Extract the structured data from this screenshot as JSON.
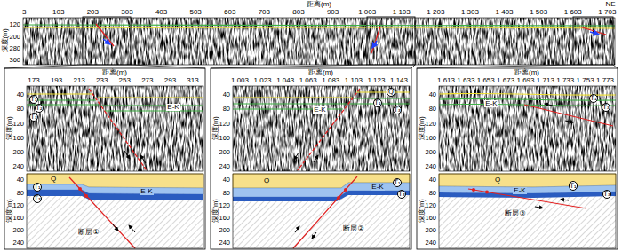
{
  "diagram": {
    "nodes": [
      {
        "text": [
          "T₁"
        ]
      },
      {
        "text": [
          "T₂"
        ]
      },
      {
        "text": [
          "T₃"
        ]
      },
      {
        "text": [
          "T₁"
        ]
      },
      {
        "text": [
          "T₃"
        ]
      },
      {
        "text": [
          "Q"
        ]
      },
      {
        "text": [
          "T₁"
        ]
      },
      {
        "text": [
          "T₃"
        ]
      },
      {
        "text": [
          "T₁"
        ]
      },
      {
        "text": [
          "T₃"
        ]
      },
      {
        "text": [
          "T₁"
        ]
      },
      {
        "text": [
          "T₃"
        ]
      },
      {
        "text": [
          "T₁"
        ]
      },
      {
        "text": [
          "T₃"
        ]
      }
    ],
    "labels": [
      "距离(m)",
      "3",
      "103",
      "203",
      "303",
      "403",
      "503",
      "603",
      "703",
      "803",
      "903",
      "1 003",
      "1 103",
      "1 203",
      "1 303",
      "1 403",
      "1 503",
      "1 603",
      "1 703",
      "NE",
      "深度(m)",
      "120",
      "200",
      "280",
      "360",
      "距离(m)",
      "173",
      "193",
      "213",
      "233",
      "253",
      "273",
      "293",
      "313",
      "深度(m)",
      "40",
      "80",
      "120",
      "160",
      "200",
      "240",
      "E-K",
      "深度(m)",
      "40",
      "80",
      "120",
      "160",
      "200",
      "240",
      "Q",
      "E-K",
      "断层①",
      "距离(m)",
      "1 003",
      "1 023",
      "1 043",
      "1 063",
      "1 083",
      "1 103",
      "1 123",
      "1 143",
      "深度(m)",
      "40",
      "80",
      "120",
      "160",
      "200",
      "240",
      "E-K",
      "深度(m)",
      "40",
      "80",
      "120",
      "160",
      "200",
      "240",
      "Q",
      "E-K",
      "断层②",
      "距离(m)",
      "1 613",
      "1 633",
      "1 653",
      "1 673",
      "1 693",
      "1 713",
      "1 733",
      "1 753",
      "1 773",
      "深度(m)",
      "40",
      "80",
      "120",
      "160",
      "200",
      "240",
      "E-K",
      "深度(m)",
      "40",
      "80",
      "120",
      "160",
      "200",
      "240",
      "Q",
      "E-K",
      "断层③"
    ]
  }
}
